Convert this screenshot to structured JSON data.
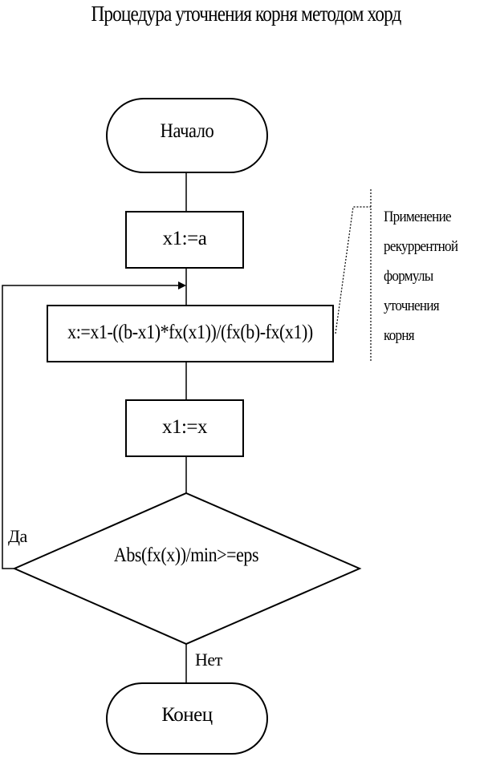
{
  "title": "Процедура уточнения корня методом хорд",
  "blocks": {
    "start": "Начало",
    "assign_x1": "x1:=a",
    "formula": "x:=x1-((b-x1)*fx(x1))/(fx(b)-fx(x1))",
    "update_x1": "x1:=x",
    "condition": "Abs(fx(x))/min>=eps",
    "end": "Конец"
  },
  "note_lines": [
    "Применение",
    "рекуррентной",
    "формулы",
    "уточнения",
    "корня"
  ],
  "labels": {
    "yes": "Да",
    "no": "Нет"
  }
}
